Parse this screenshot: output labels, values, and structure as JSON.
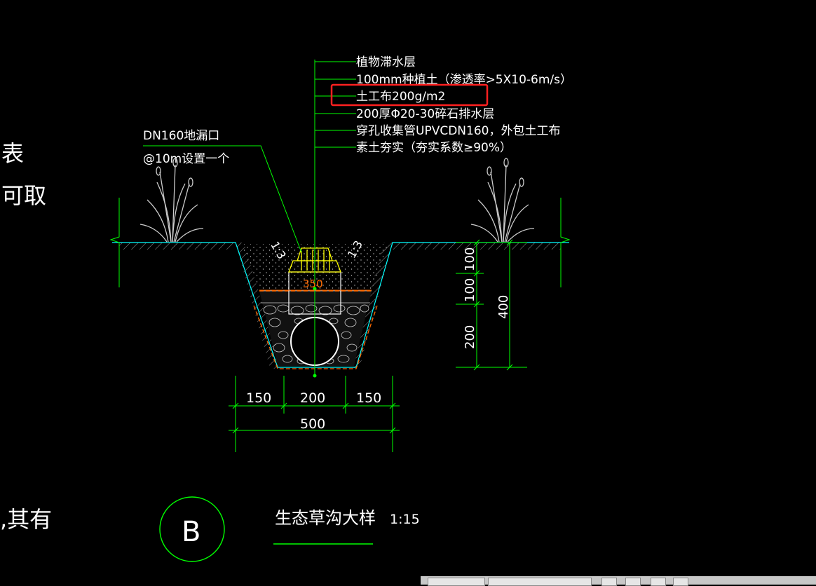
{
  "left_fragments": [
    "表",
    "可取",
    ",其有"
  ],
  "callout_layers": [
    "植物滞水层",
    "100mm种植土（渗透率>5X10-6m/s）",
    "土工布200g/m2",
    "200厚Φ20-30碎石排水层",
    "穿孔收集管UPVCDN160，外包土工布",
    "素土夯实（夯实系数≥90%）"
  ],
  "highlighted_layer": "土工布200g/m2",
  "drain_label": [
    "DN160地漏口",
    "@10m设置一个"
  ],
  "slope_label": "1:3",
  "inner_width_label": "350",
  "dims_bottom": [
    "150",
    "200",
    "150"
  ],
  "dim_total": "500",
  "dims_right": [
    "100",
    "100",
    "200"
  ],
  "dim_right_total": "400",
  "detail_mark": "B",
  "detail_title": "生态草沟大样",
  "detail_scale": "1:15",
  "colors": {
    "background": "#000000",
    "leader": "#00ff00",
    "ground": "#00ffff",
    "highlight": "#ff2020",
    "pipe": "#ffffff",
    "drain": "#ffff00",
    "geotextile": "#ff6a00"
  }
}
